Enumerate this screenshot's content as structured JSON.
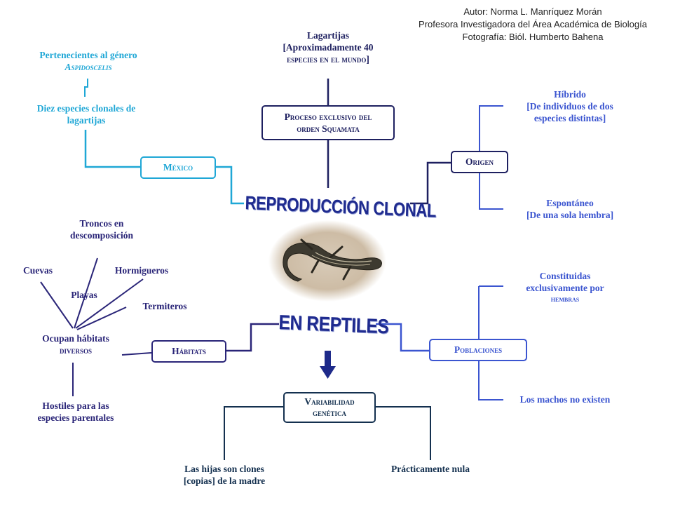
{
  "credits": {
    "line1": "Autor: Norma L. Manríquez Morán",
    "line2": "Profesora Investigadora del Área Académica de Biología",
    "line3": "Fotografía: Biól. Humberto Bahena"
  },
  "title": {
    "line1": "REPRODUCCIÓN CLONAL",
    "line2": "EN REPTILES"
  },
  "top": {
    "lagartijas_line1": "Lagartijas",
    "lagartijas_line2": "[Aproximadamente 40",
    "lagartijas_line3": "especies en el mundo]",
    "proceso_line1": "Proceso exclusivo del",
    "proceso_line2": "orden Squamata"
  },
  "mexico": {
    "label": "México",
    "genero_line1": "Pertenecientes al género",
    "genero_line2": "Aspidoscelis",
    "clonales_line1": "Diez especies clonales de",
    "clonales_line2": "lagartijas"
  },
  "origen": {
    "label": "Origen",
    "hibrido_line1": "Híbrido",
    "hibrido_line2": "[De individuos de dos",
    "hibrido_line3": "especies distintas]",
    "espontaneo_line1": "Espontáneo",
    "espontaneo_line2": "[De una sola hembra]"
  },
  "habitats": {
    "label": "Hábitats",
    "troncos_line1": "Troncos en",
    "troncos_line2": "descomposición",
    "cuevas": "Cuevas",
    "hormigueros": "Hormigueros",
    "playas": "Playas",
    "termiteros": "Termiteros",
    "ocupan_line1": "Ocupan hábitats",
    "ocupan_line2": "diversos",
    "hostiles_line1": "Hostiles para las",
    "hostiles_line2": "especies parentales"
  },
  "poblaciones": {
    "label": "Poblaciones",
    "constituidas_line1": "Constituidas",
    "constituidas_line2": "exclusivamente por",
    "constituidas_line3": "hembras",
    "machos": "Los machos no existen"
  },
  "variabilidad": {
    "label_line1": "Variabilidad",
    "label_line2": "genética",
    "hijas_line1": "Las hijas son clones",
    "hijas_line2": "[copias] de la madre",
    "nula": "Prácticamente nula"
  },
  "colors": {
    "cyan": "#1fa7d6",
    "dark_blue": "#1e2060",
    "medium_blue": "#3b55d0",
    "purple": "#2a2578",
    "navy": "#14304f"
  },
  "photo": {
    "icon": "lizard-photo"
  }
}
